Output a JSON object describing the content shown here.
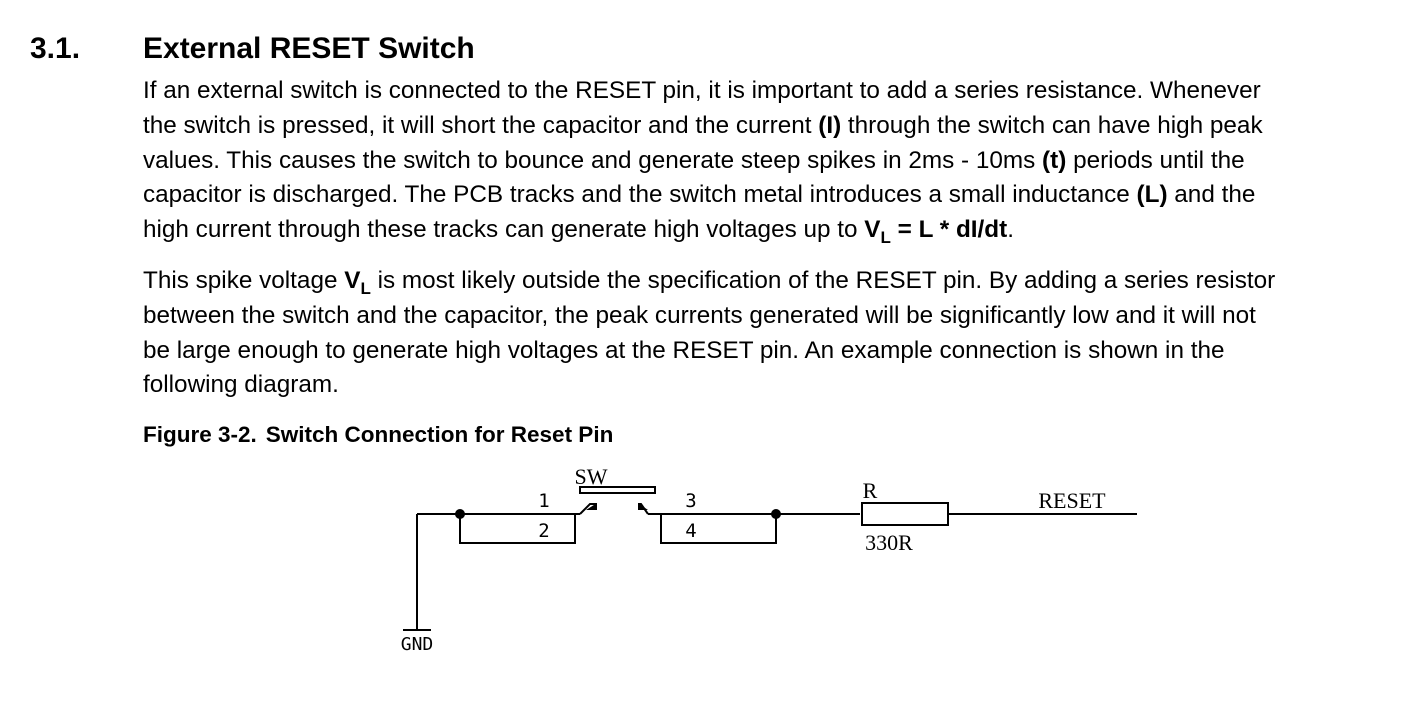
{
  "section": {
    "number": "3.1.",
    "title": "External RESET Switch"
  },
  "paragraph1": {
    "l1": "If an external switch is connected to the RESET pin, it is important to add a series resistance. Whenever",
    "l2a": "the switch is pressed, it will short the capacitor and the current ",
    "l2b": "(I)",
    "l2c": " through the switch can have high peak",
    "l3a": "values. This causes the switch to bounce and generate steep spikes in 2ms - 10ms ",
    "l3b": "(t)",
    "l3c": " periods until the",
    "l4a": "capacitor is discharged. The PCB tracks and the switch metal introduces a small inductance ",
    "l4b": "(L)",
    "l4c": " and the",
    "l5a": "high current through these tracks can generate high voltages up to ",
    "l5v": "V",
    "l5sub": "L",
    "l5b": " = L * dI/dt",
    "l5c": "."
  },
  "paragraph2": {
    "l1a": "This spike voltage ",
    "l1v": "V",
    "l1sub": "L",
    "l1b": " is most likely outside the specification of the RESET pin. By adding a series resistor",
    "l2": "between the switch and the capacitor, the peak currents generated will be significantly low and it will not",
    "l3": "be large enough to generate high voltages at the RESET pin. An example connection is shown in the",
    "l4": "following diagram."
  },
  "figure": {
    "number": "Figure 3-2.",
    "title": "Switch Connection for Reset Pin"
  },
  "schematic": {
    "switch_label": "SW",
    "pin1": "1",
    "pin2": "2",
    "pin3": "3",
    "pin4": "4",
    "resistor_name": "R",
    "resistor_value": "330R",
    "net_reset": "RESET",
    "net_gnd": "GND"
  }
}
